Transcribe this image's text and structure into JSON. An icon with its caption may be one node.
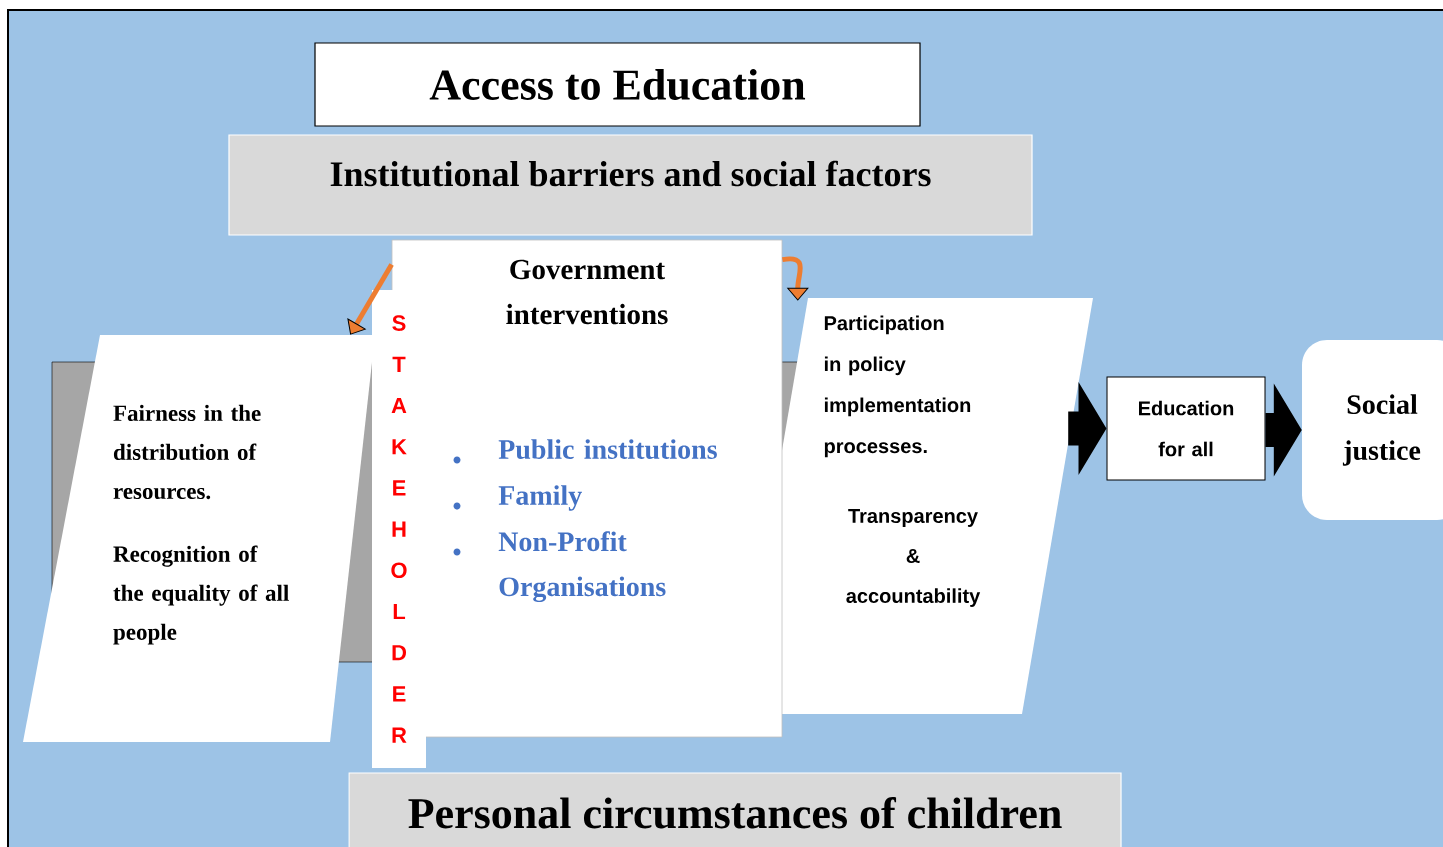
{
  "diagram": {
    "nodes": [
      {
        "text": [
          "Access to Education"
        ]
      },
      {
        "text": [
          "Institutional barriers and social factors"
        ]
      },
      {
        "text": [
          "Government interventions",
          "Public institutions",
          "Family",
          "Non-Profit Organisations"
        ]
      },
      {
        "text": [
          "STAKEHOLDER"
        ]
      },
      {
        "text": [
          "Fairness in the distribution of resources.",
          "Recognition of the equality of all people"
        ]
      },
      {
        "text": [
          "Participation in policy implementation processes.",
          "Transparency & accountability"
        ]
      },
      {
        "text": [
          "Education for all"
        ]
      },
      {
        "text": [
          "Social justice"
        ]
      },
      {
        "text": [
          "Personal circumstances of children"
        ]
      }
    ],
    "edges": [
      {
        "from": 2,
        "to": 4,
        "arrow": "to",
        "color": "#ed7d31"
      },
      {
        "from": 2,
        "to": 5,
        "arrow": "to",
        "color": "#ed7d31"
      },
      {
        "from": 5,
        "to": 6,
        "arrow": "to",
        "style": "thick",
        "color": "#000000"
      },
      {
        "from": 6,
        "to": 7,
        "arrow": "to",
        "style": "thick",
        "color": "#000000"
      }
    ]
  }
}
